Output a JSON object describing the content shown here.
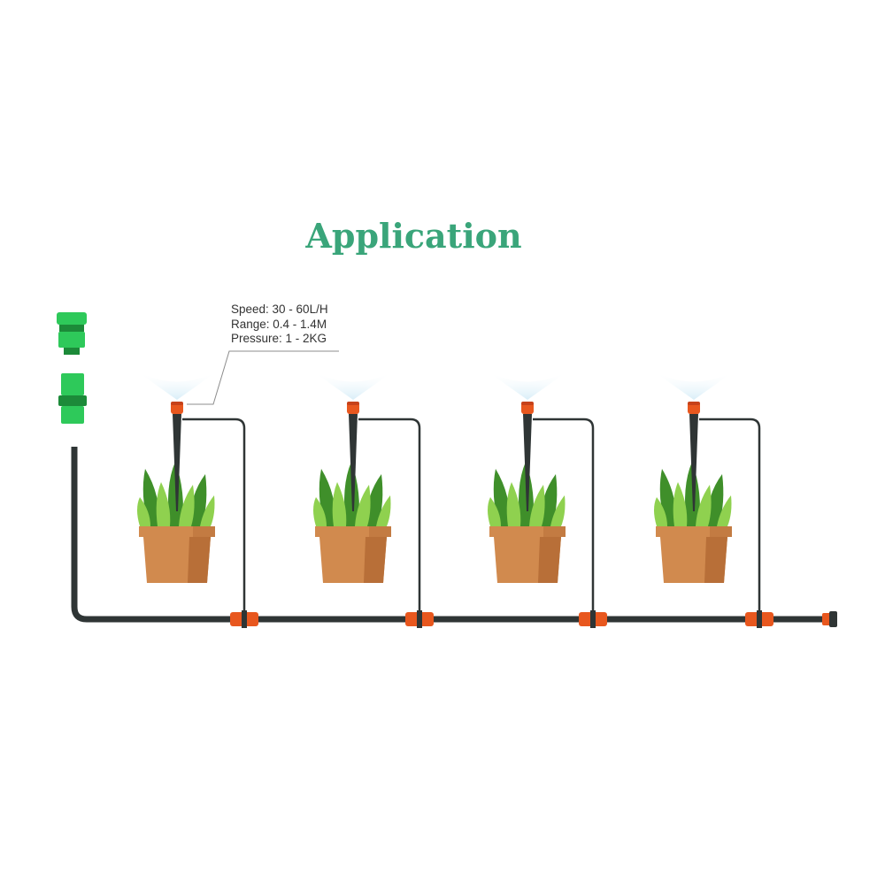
{
  "title": "Application",
  "specs": {
    "speed": "Speed: 30 - 60L/H",
    "range": "Range: 0.4 - 1.4M",
    "pressure": "Pressure: 1 - 2KG"
  },
  "colors": {
    "title": "#3aa57a",
    "pipe": "#2f3535",
    "fitting": "#e8571e",
    "connector_green": "#2ec95a",
    "connector_dark": "#1c8a39",
    "pot": "#d18a4e",
    "pot_shade": "#b86f38",
    "leaf_light": "#8fd14f",
    "leaf_dark": "#3f8f2a",
    "mist": "#d8eef8"
  },
  "icons": {
    "faucet_connector": "hose-faucet-connector-icon",
    "quick_connector": "hose-quick-connector-icon",
    "sprinkler": "drip-stake-sprinkler-icon",
    "plant": "potted-plant-icon",
    "tee": "tee-fitting-icon",
    "end_plug": "end-plug-icon"
  },
  "stations": 4
}
